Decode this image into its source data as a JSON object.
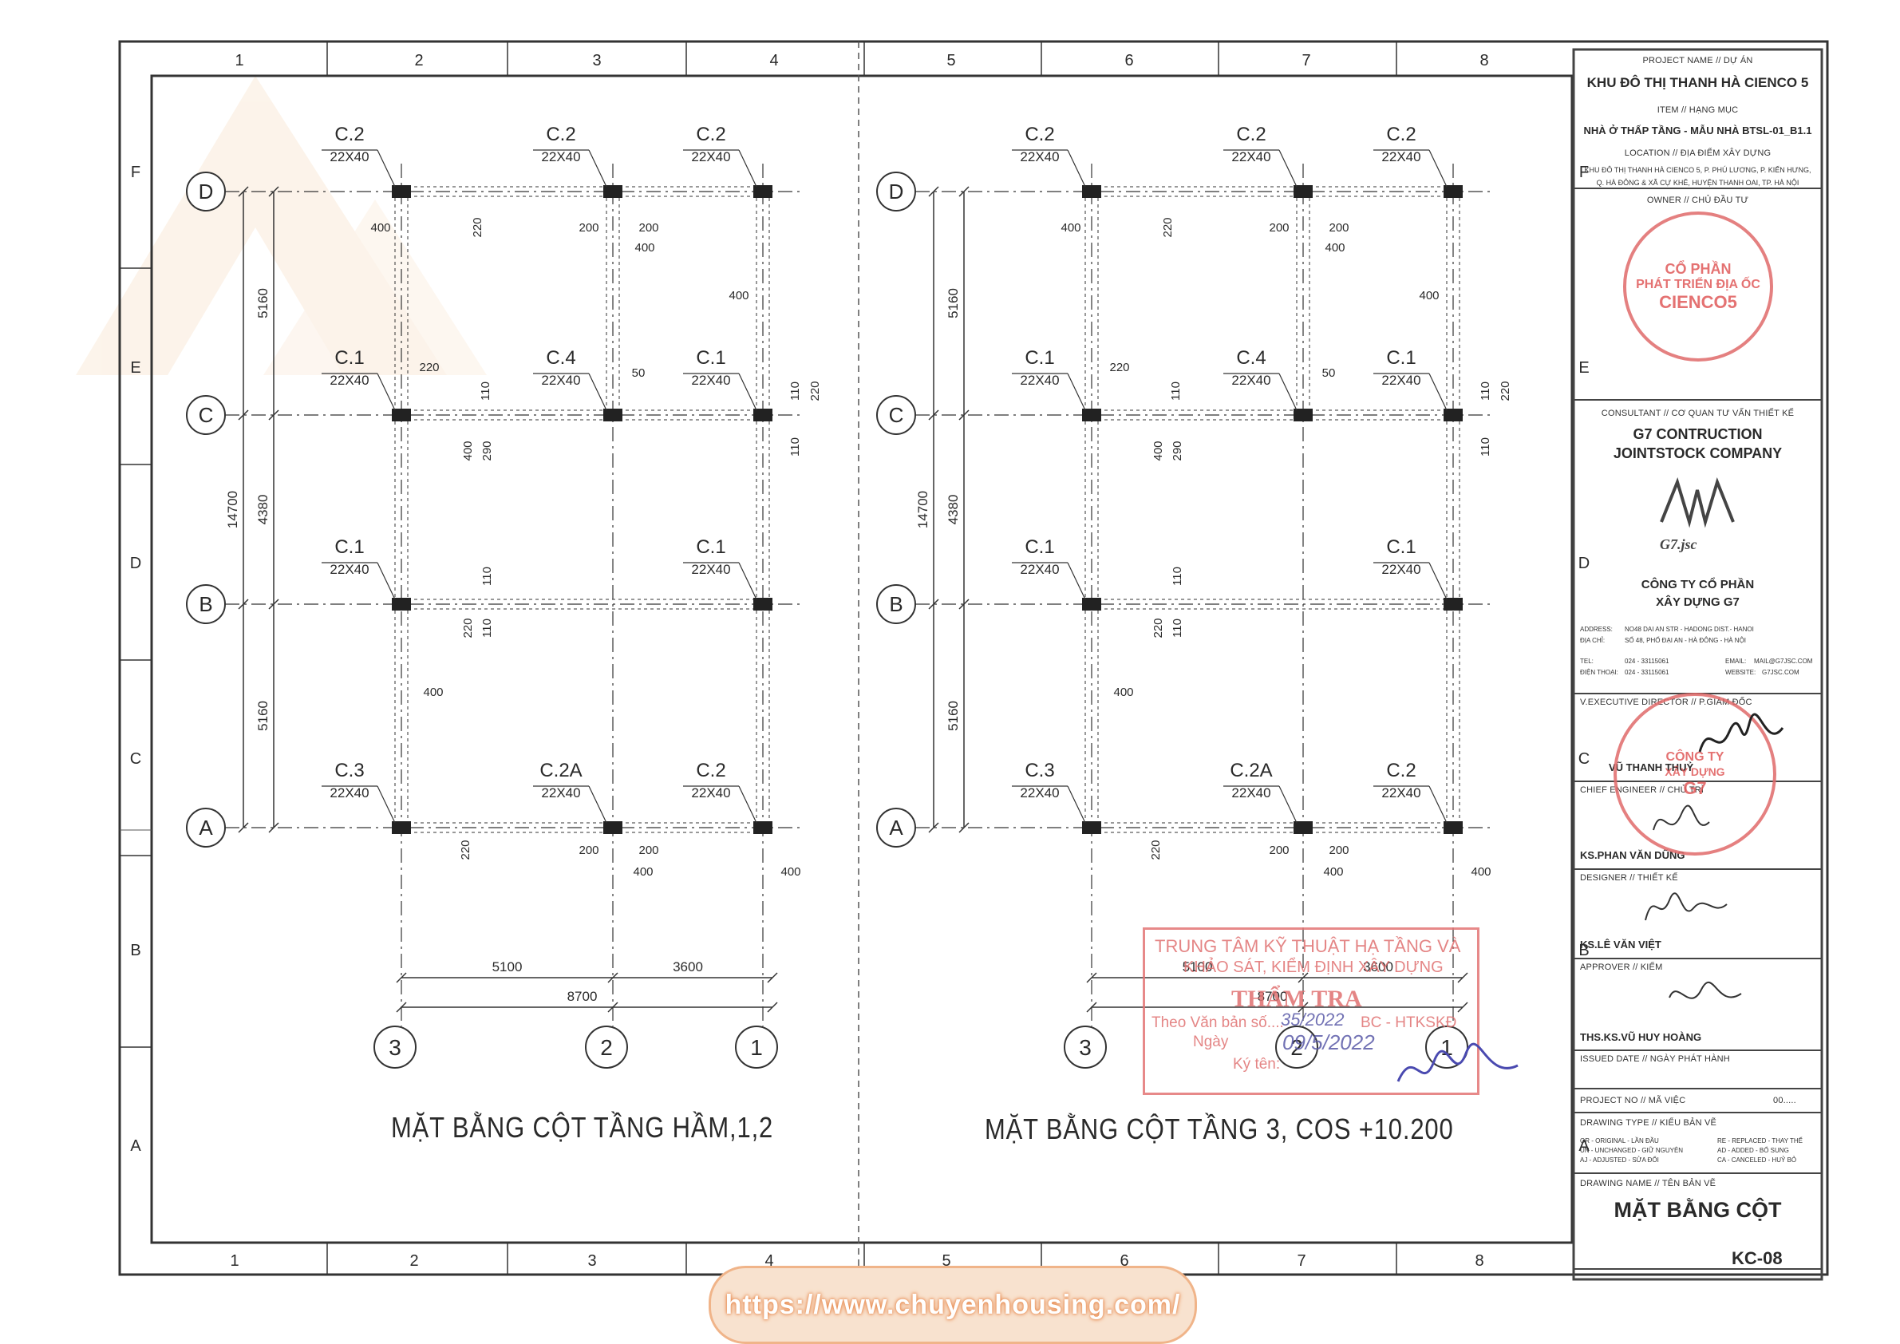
{
  "grid_border": {
    "top_numbers": [
      "1",
      "2",
      "3",
      "4",
      "5",
      "6",
      "7",
      "8"
    ],
    "bottom_numbers": [
      "1",
      "2",
      "3",
      "4",
      "5",
      "6",
      "7",
      "8"
    ],
    "left_letters": [
      "F",
      "E",
      "D",
      "C",
      "B",
      "A"
    ],
    "right_letters": [
      "F",
      "E",
      "D",
      "C",
      "B",
      "A"
    ]
  },
  "plans": [
    {
      "title": "MẶT BẰNG CỘT TẦNG HẦM,1,2",
      "row_labels": [
        "D",
        "C",
        "B",
        "A"
      ],
      "col_labels": [
        "3",
        "2",
        "1"
      ],
      "dims_vertical": {
        "total": "14700",
        "seg1": "5160",
        "seg2": "4380",
        "seg3": "5160"
      },
      "dims_horizontal": {
        "seg1": "5100",
        "seg2": "3600",
        "total": "8700"
      },
      "columns": [
        {
          "name": "C.2",
          "size": "22X40"
        },
        {
          "name": "C.2",
          "size": "22X40"
        },
        {
          "name": "C.2",
          "size": "22X40"
        },
        {
          "name": "C.1",
          "size": "22X40"
        },
        {
          "name": "C.4",
          "size": "22X40"
        },
        {
          "name": "C.1",
          "size": "22X40"
        },
        {
          "name": "C.1",
          "size": "22X40"
        },
        {
          "name": "C.1",
          "size": "22X40"
        },
        {
          "name": "C.3",
          "size": "22X40"
        },
        {
          "name": "C.2A",
          "size": "22X40"
        },
        {
          "name": "C.2",
          "size": "22X40"
        }
      ],
      "small_dims": {
        "d400": "400",
        "d220": "220",
        "d200": "200",
        "d50": "50",
        "d110": "110",
        "d290": "290"
      }
    },
    {
      "title": "MẶT BẰNG CỘT TẦNG 3, COS +10.200",
      "row_labels": [
        "D",
        "C",
        "B",
        "A"
      ],
      "col_labels": [
        "3",
        "2",
        "1"
      ],
      "dims_vertical": {
        "total": "14700",
        "seg1": "5160",
        "seg2": "4380",
        "seg3": "5160"
      },
      "dims_horizontal": {
        "seg1": "5100",
        "seg2": "3600",
        "total": "8700"
      },
      "columns": [
        {
          "name": "C.2",
          "size": "22X40"
        },
        {
          "name": "C.2",
          "size": "22X40"
        },
        {
          "name": "C.2",
          "size": "22X40"
        },
        {
          "name": "C.1",
          "size": "22X40"
        },
        {
          "name": "C.4",
          "size": "22X40"
        },
        {
          "name": "C.1",
          "size": "22X40"
        },
        {
          "name": "C.1",
          "size": "22X40"
        },
        {
          "name": "C.1",
          "size": "22X40"
        },
        {
          "name": "C.3",
          "size": "22X40"
        },
        {
          "name": "C.2A",
          "size": "22X40"
        },
        {
          "name": "C.2",
          "size": "22X40"
        }
      ],
      "small_dims": {
        "d400": "400",
        "d220": "220",
        "d200": "200",
        "d50": "50",
        "d110": "110",
        "d290": "290"
      }
    }
  ],
  "title_block": {
    "project_label": "PROJECT NAME // DỰ ÁN",
    "project_name": "KHU ĐÔ THỊ THANH HÀ CIENCO 5",
    "item_label": "ITEM // HẠNG MỤC",
    "item_value": "NHÀ Ở THẤP TẦNG - MẪU NHÀ BTSL-01_B1.1",
    "location_label": "LOCATION // ĐỊA ĐIỂM XÂY DỰNG",
    "location_line1": "KHU ĐÔ THỊ THANH HÀ CIENCO 5, P. PHÚ LƯƠNG, P. KIẾN HƯNG,",
    "location_line2": "Q. HÀ ĐÔNG & XÃ CỰ KHÊ, HUYỆN THANH OAI, TP. HÀ NỘI",
    "owner_label": "OWNER // CHỦ ĐẦU TƯ",
    "owner_stamp_line1": "CỔ PHẦN",
    "owner_stamp_line2": "PHÁT TRIỂN ĐỊA ỐC",
    "owner_stamp_line3": "CIENCO5",
    "consultant_label": "CONSULTANT // CƠ QUAN TƯ VẤN THIẾT KẾ",
    "consultant_line1": "G7 CONTRUCTION",
    "consultant_line2": "JOINTSTOCK COMPANY",
    "logo_text": "G7.jsc",
    "company_vn_line1": "CÔNG TY CỔ PHẦN",
    "company_vn_line2": "XÂY DỰNG G7",
    "address_label": "ADDRESS:",
    "address_value": "NO48 DAI AN STR - HADONG DIST.- HANOI",
    "diachi_label": "ĐỊA CHỈ:",
    "diachi_value": "SỐ 48, PHỐ ĐẠI AN - HÀ ĐÔNG - HÀ NỘI",
    "tel_label": "TEL:",
    "tel_value": "024 - 33115061",
    "email_label": "EMAIL:",
    "email_value": "MAIL@G7JSC.COM",
    "phone_label": "ĐIỆN THOẠI:",
    "phone_value": "024 - 33115061",
    "website_label": "WEBSITE:",
    "website_value": "G7JSC.COM",
    "director_label": "V.EXECUTIVE DIRECTOR // P.GIÁM ĐỐC",
    "director_name": "VŨ THANH THUỶ",
    "chief_label": "CHIEF ENGINEER // CHỦ TRÌ",
    "chief_name": "KS.PHAN VĂN DŨNG",
    "designer_label": "DESIGNER // THIẾT KẾ",
    "designer_name": "KS.LÊ VĂN VIỆT",
    "approver_label": "APPROVER // KIỂM",
    "approver_name": "THS.KS.VŨ HUY HOÀNG",
    "issued_label": "ISSUED DATE // NGÀY PHÁT HÀNH",
    "projectno_label": "PROJECT NO // MÃ VIỆC",
    "projectno_value": "00.....",
    "drawingtype_label": "DRAWING TYPE // KIỂU BẢN VẼ",
    "dt_or": "OR - ORIGINAL - LẦN ĐẦU",
    "dt_un": "UN - UNCHANGED - GIỮ NGUYÊN",
    "dt_aj": "AJ - ADJUSTED - SỬA ĐỔI",
    "dt_re": "RE - REPLACED - THAY THẾ",
    "dt_ad": "AD - ADDED - BỔ SUNG",
    "dt_ca": "CA - CANCELED - HUỶ BỎ",
    "drawingname_label": "DRAWING NAME // TÊN BẢN VẼ",
    "drawing_name": "MẶT BẰNG CỘT",
    "sheet_no": "KC-08"
  },
  "review_stamp": {
    "line1": "TRUNG TÂM KỸ THUẬT HẠ TẦNG VÀ",
    "line2": "KHẢO SÁT, KIỂM ĐỊNH XÂY DỰNG",
    "line3": "THẨM TRA",
    "line4": "Theo Văn bản số....",
    "line4b": "35/2022",
    "line4c": "BC - HTKSKĐ",
    "line5": "Ngày",
    "line5b": "09/5/2022",
    "line6": "Ký tên:"
  },
  "company_stamp": {
    "text": "CÔNG TY",
    "text2": "XÂY DỰNG",
    "text3": "G7"
  },
  "url_badge": "https://www.chuyenhousing.com/",
  "colors": {
    "line": "#2a2a2a",
    "stamp_red": "#e05a5a",
    "badge_orange": "#f0b489"
  }
}
